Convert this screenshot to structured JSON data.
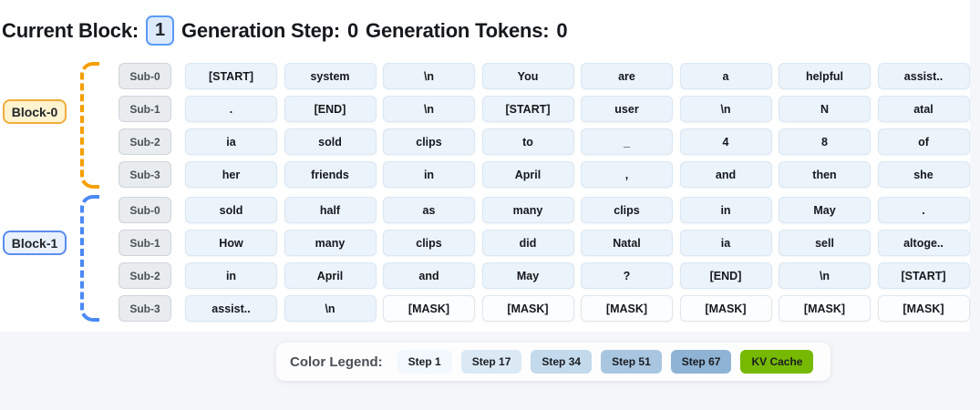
{
  "header": {
    "current_block_label": "Current Block:",
    "current_block_value": "1",
    "generation_step_label": "Generation Step:",
    "generation_step_value": "0",
    "generation_tokens_label": "Generation Tokens:",
    "generation_tokens_value": "0"
  },
  "blocks": [
    {
      "label": "Block-0",
      "accent": "#f59f00",
      "label_bg": "#fdf3cf",
      "label_border": "#f0ad3a",
      "rows": [
        {
          "label": "Sub-0",
          "tokens": [
            "[START]",
            "system",
            "\\n",
            "You",
            "are",
            "a",
            "helpful",
            "assist.."
          ]
        },
        {
          "label": "Sub-1",
          "tokens": [
            ".",
            "[END]",
            "\\n",
            "[START]",
            "user",
            "\\n",
            "N",
            "atal"
          ]
        },
        {
          "label": "Sub-2",
          "tokens": [
            "ia",
            "sold",
            "clips",
            "to",
            "_",
            "4",
            "8",
            "of"
          ]
        },
        {
          "label": "Sub-3",
          "tokens": [
            "her",
            "friends",
            "in",
            "April",
            ",",
            "and",
            "then",
            "she"
          ]
        }
      ]
    },
    {
      "label": "Block-1",
      "accent": "#4b89f5",
      "label_bg": "#e8f1fd",
      "label_border": "#5b8def",
      "rows": [
        {
          "label": "Sub-0",
          "tokens": [
            "sold",
            "half",
            "as",
            "many",
            "clips",
            "in",
            "May",
            "."
          ]
        },
        {
          "label": "Sub-1",
          "tokens": [
            "How",
            "many",
            "clips",
            "did",
            "Natal",
            "ia",
            "sell",
            "altoge.."
          ]
        },
        {
          "label": "Sub-2",
          "tokens": [
            "in",
            "April",
            "and",
            "May",
            "?",
            "[END]",
            "\\n",
            "[START]"
          ]
        },
        {
          "label": "Sub-3",
          "tokens": [
            "assist..",
            "\\n",
            "[MASK]",
            "[MASK]",
            "[MASK]",
            "[MASK]",
            "[MASK]",
            "[MASK]"
          ]
        }
      ]
    }
  ],
  "legend": {
    "title": "Color Legend:",
    "items": [
      {
        "label": "Step 1",
        "color": "#f2f8fd"
      },
      {
        "label": "Step 17",
        "color": "#dbe9f5"
      },
      {
        "label": "Step 34",
        "color": "#c3d9ec"
      },
      {
        "label": "Step 51",
        "color": "#a9c6e0"
      },
      {
        "label": "Step 67",
        "color": "#8fb3d4"
      },
      {
        "label": "KV Cache",
        "color": "#76b900"
      }
    ]
  },
  "colors": {
    "token_cell_bg": "#ebf3fb",
    "mask_cell_bg": "#fcfdfe",
    "current_block_box_bg": "#ddeafc",
    "current_block_box_border": "#5b9bf8"
  }
}
